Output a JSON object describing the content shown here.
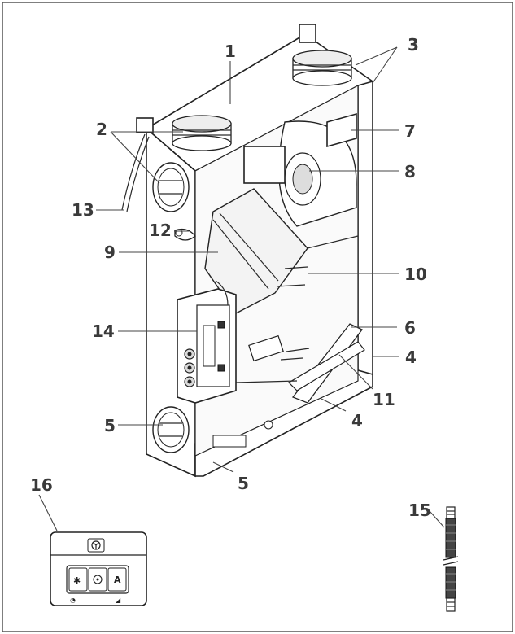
{
  "callouts": {
    "c1": "1",
    "c2": "2",
    "c3": "3",
    "c4a": "4",
    "c4b": "4",
    "c5a": "5",
    "c5b": "5",
    "c6": "6",
    "c7": "7",
    "c8": "8",
    "c9": "9",
    "c10": "10",
    "c11": "11",
    "c12": "12",
    "c13": "13",
    "c14": "14",
    "c15": "15",
    "c16": "16"
  },
  "controller": {
    "mode_button_letter": "A"
  },
  "colors": {
    "border": "#555555",
    "line": "#222222",
    "label": "#3a3a3a"
  }
}
